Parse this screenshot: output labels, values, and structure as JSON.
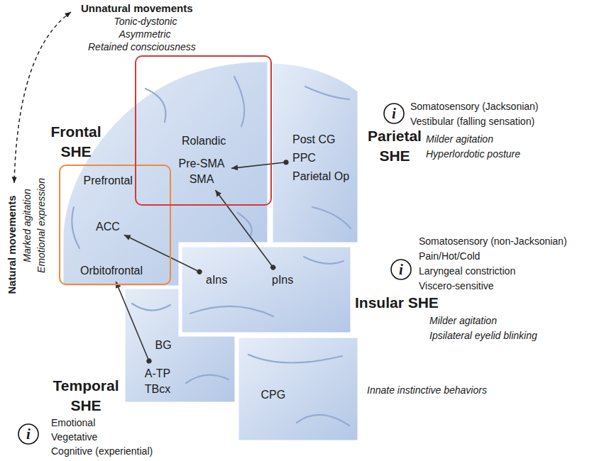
{
  "diagram": {
    "nodes": [
      {
        "text": [
          "Frontal SHE"
        ]
      },
      {
        "text": [
          "Prefrontal"
        ],
        "in": 0
      },
      {
        "text": [
          "ACC"
        ],
        "in": 1
      },
      {
        "text": [
          "Orbitofrontal"
        ],
        "in": 1
      },
      {
        "text": [
          "Rolandic"
        ],
        "in": 0
      },
      {
        "text": [
          "Pre-SMA SMA"
        ],
        "in": 4
      },
      {
        "text": [
          "Parietal SHE"
        ]
      },
      {
        "text": [
          "Post CG PPC Parietal Op"
        ],
        "in": 6
      },
      {
        "text": [
          "Insular SHE"
        ]
      },
      {
        "text": [
          "aIns"
        ],
        "in": 8
      },
      {
        "text": [
          "pIns"
        ],
        "in": 8
      },
      {
        "text": [
          "Temporal SHE"
        ]
      },
      {
        "text": [
          "BG"
        ],
        "in": 11
      },
      {
        "text": [
          "A-TP TBcx"
        ],
        "in": 11
      },
      {
        "text": [
          "CPG"
        ]
      }
    ],
    "edges": [
      {
        "from": 7,
        "to": 5,
        "arrow": "to"
      },
      {
        "from": 10,
        "to": 5,
        "arrow": "to"
      },
      {
        "from": 9,
        "to": 2,
        "arrow": "to"
      },
      {
        "from": 13,
        "to": 3,
        "arrow": "to"
      }
    ],
    "labels": [
      "Unnatural movements",
      "Tonic-dystonic",
      "Asymmetric",
      "Retained consciousness",
      "Natural movements",
      "Marked agitation",
      "Emotional expression",
      "i",
      "Somatosensory (Jacksonian)",
      "Vestibular (falling sensation)",
      "Milder agitation",
      "Hyperlordotic posture",
      "i",
      "Somatosensory (non-Jacksonian)",
      "Pain/Hot/Cold",
      "Laryngeal constriction",
      "Viscero-sensitive",
      "Milder agitation",
      "Ipsilateral eyelid blinking",
      "Innate instinctive behaviors",
      "i",
      "Emotional",
      "Vegetative",
      "Cognitive (experiential)"
    ]
  }
}
